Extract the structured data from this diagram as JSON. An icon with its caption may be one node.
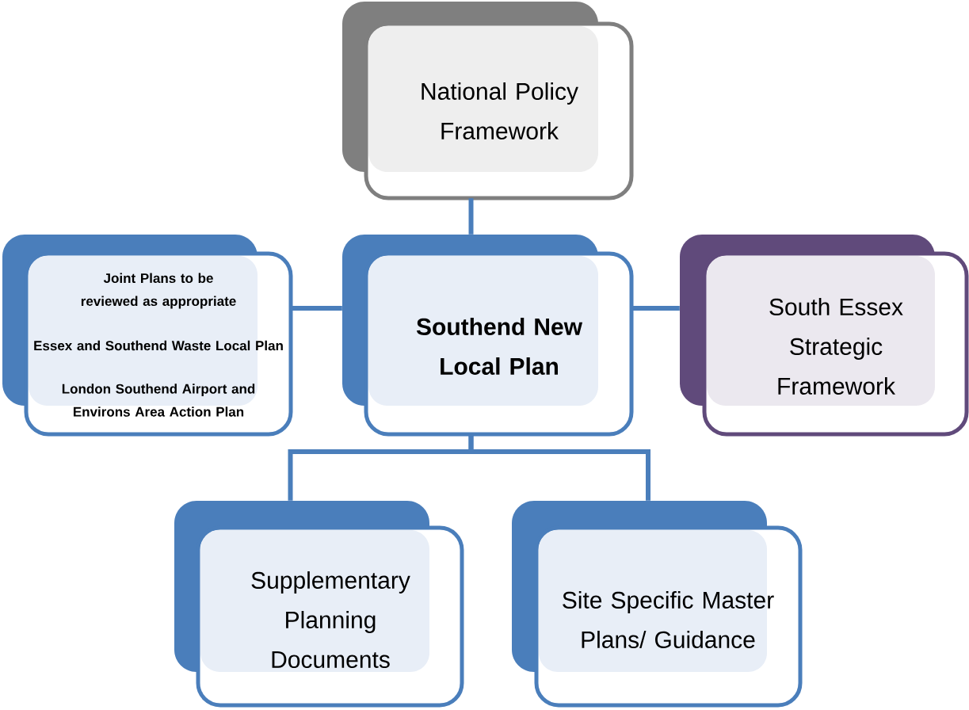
{
  "diagram": {
    "nodes": [
      {
        "text": [
          "National Policy Framework"
        ]
      },
      {
        "text": [
          "Joint Plans to be reviewed as appropriate",
          "Essex and Southend Waste Local Plan",
          "London Southend Airport and Environs Area Action Plan"
        ]
      },
      {
        "text": [
          "Southend New Local Plan"
        ]
      },
      {
        "text": [
          "South Essex Strategic Framework"
        ]
      },
      {
        "text": [
          "Supplementary Planning Documents"
        ]
      },
      {
        "text": [
          "Site Specific Master Plans/ Guidance"
        ]
      }
    ],
    "edges": [
      {
        "from": 0,
        "to": 2,
        "arrow": "none"
      },
      {
        "from": 2,
        "to": 1,
        "arrow": "none"
      },
      {
        "from": 2,
        "to": 3,
        "arrow": "none"
      },
      {
        "from": 2,
        "to": 4,
        "arrow": "none"
      },
      {
        "from": 2,
        "to": 5,
        "arrow": "none"
      }
    ]
  }
}
